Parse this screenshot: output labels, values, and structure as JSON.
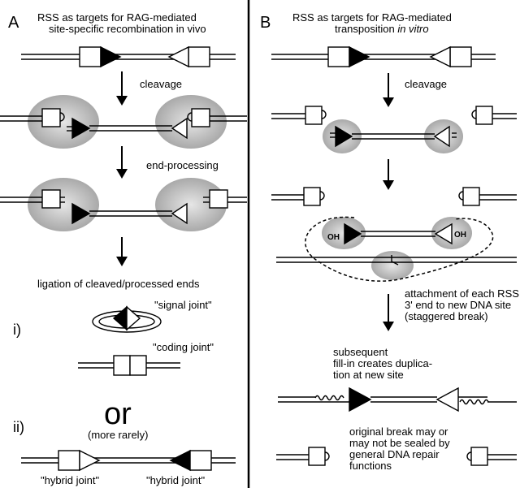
{
  "panels": {
    "a": {
      "letter": "A",
      "title_line1": "RSS as targets for RAG-mediated",
      "title_line2": "site-specific recombination in vivo",
      "step_cleavage": "cleavage",
      "step_end_processing": "end-processing",
      "step_ligation": "ligation of cleaved/processed ends",
      "roman_i": "i)",
      "roman_ii": "ii)",
      "label_signal_joint": "\"signal joint\"",
      "label_coding_joint": "\"coding joint\"",
      "or_word": "or",
      "more_rarely": "(more rarely)",
      "label_hybrid_joint_left": "\"hybrid joint\"",
      "label_hybrid_joint_right": "\"hybrid joint\""
    },
    "b": {
      "letter": "B",
      "title_line1": "RSS as targets for RAG-mediated",
      "title_line2_plain": "transposition ",
      "title_line2_italic": "in vitro",
      "step_cleavage": "cleavage",
      "oh_left": "OH",
      "oh_right": "OH",
      "attach_line1": "attachment of each RSS",
      "attach_line2": "3' end to new DNA site",
      "attach_line3": "(staggered break)",
      "fill_line1": "subsequent",
      "fill_line2": "fill-in creates duplica-",
      "fill_line3": "tion at new site",
      "orig_line1": "original break may or",
      "orig_line2": "may not be sealed by",
      "orig_line3": "general DNA repair",
      "orig_line4": "functions"
    }
  }
}
